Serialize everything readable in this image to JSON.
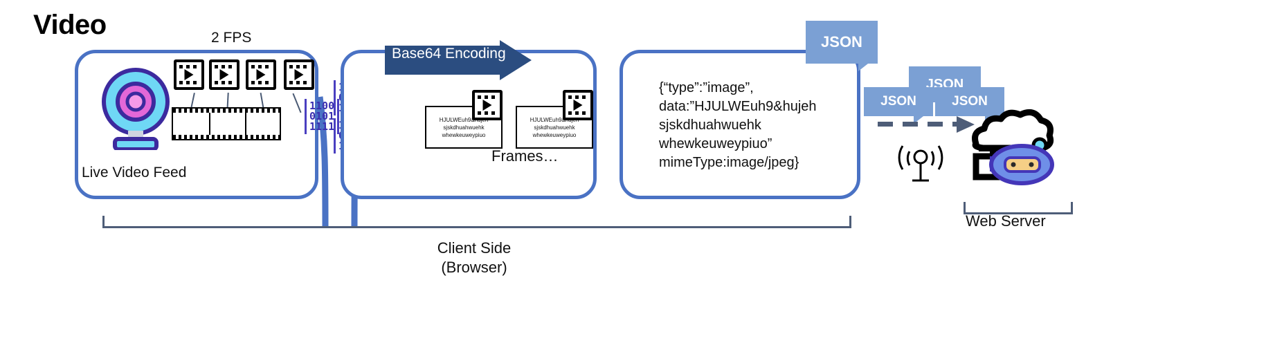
{
  "title": "Video",
  "colors": {
    "panel_border": "#4a72c4",
    "arrow_fill": "#2b4d80",
    "json_tag": "#7ba0d4",
    "binary_text": "#3b2fb0",
    "bracket": "#4e5d78",
    "webcam_body": "#6fd8f5",
    "webcam_ring": "#3c2a9e",
    "webcam_lens": "#e368d8",
    "robot_body": "#6f8fe8",
    "robot_visor": "#f5cf86"
  },
  "capture": {
    "fps_label": "2 FPS",
    "caption": "Live Video Feed",
    "clip_count": 4,
    "filmstrip_cells": 3
  },
  "binary": {
    "blocks": [
      [
        "1100",
        "0101",
        "1111"
      ],
      [
        "11000",
        "01011",
        "111"
      ],
      [
        "11000",
        "01011",
        "11110"
      ],
      [
        "11000",
        "011",
        "110"
      ]
    ]
  },
  "encode": {
    "arrow_label": "Base64 Encoding",
    "frames_caption": "Frames…",
    "frame_cards": [
      "HJULWEuh9&hujeh\nsjskdhuahwuehk\nwhewkeuweypiuo",
      "HJULWEuh9&hujeh\nsjskdhuahwuehk\nwhewkeuweypiuo"
    ]
  },
  "payload": {
    "text": "{“type”:”image”,\ndata:”HJULWEuh9&hujeh\nsjskdhuahwuehk\nwhewkeuweypiuo”\nmimeType:image/jpeg}"
  },
  "transmit": {
    "tags": [
      "JSON",
      "JSON",
      "JSON",
      "JSON"
    ]
  },
  "server": {
    "caption": "Web Server"
  },
  "footer": {
    "client_caption": "Client Side\n(Browser)"
  }
}
